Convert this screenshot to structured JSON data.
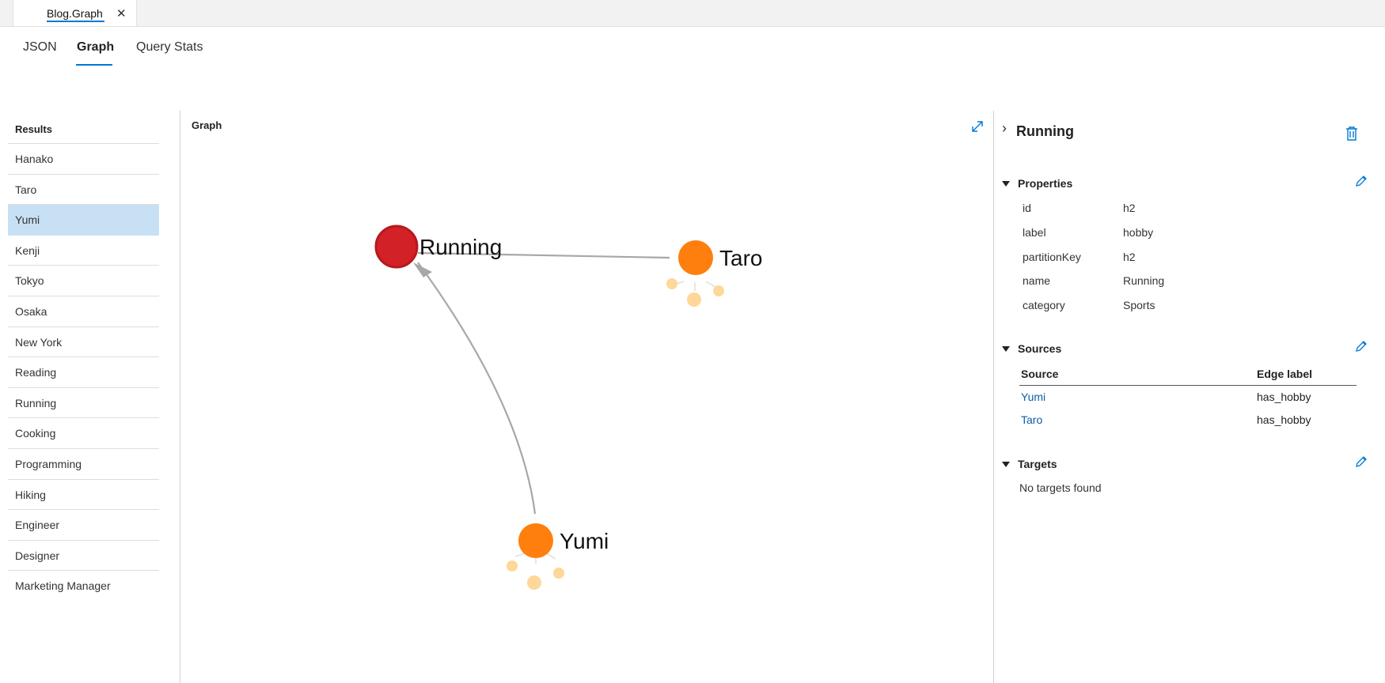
{
  "document_tab": {
    "title": "Blog.Graph",
    "close": "✕"
  },
  "subnav": {
    "tabs": [
      {
        "label": "JSON"
      },
      {
        "label": "Graph",
        "active": true
      },
      {
        "label": "Query Stats"
      }
    ]
  },
  "results": {
    "header": "Results",
    "items": [
      "Hanako",
      "Taro",
      "Yumi",
      "Kenji",
      "Tokyo",
      "Osaka",
      "New York",
      "Reading",
      "Running",
      "Cooking",
      "Programming",
      "Hiking",
      "Engineer",
      "Designer",
      "Marketing Manager"
    ],
    "selected": "Yumi"
  },
  "graph": {
    "title": "Graph",
    "nodes": [
      {
        "label": "Running",
        "color": "#d32128"
      },
      {
        "label": "Taro",
        "color": "#ff7f0e"
      },
      {
        "label": "Yumi",
        "color": "#ff7f0e"
      }
    ],
    "edges": [
      {
        "from": "Taro",
        "to": "Running"
      },
      {
        "from": "Yumi",
        "to": "Running"
      }
    ],
    "icons": {
      "expand": "expand-icon"
    }
  },
  "details": {
    "title": "Running",
    "properties": {
      "header": "Properties",
      "rows": [
        {
          "key": "id",
          "value": "h2"
        },
        {
          "key": "label",
          "value": "hobby"
        },
        {
          "key": "partitionKey",
          "value": "h2"
        },
        {
          "key": "name",
          "value": "Running"
        },
        {
          "key": "category",
          "value": "Sports"
        }
      ]
    },
    "sources": {
      "header": "Sources",
      "columns": [
        "Source",
        "Edge label"
      ],
      "rows": [
        {
          "source": "Yumi",
          "edge": "has_hobby"
        },
        {
          "source": "Taro",
          "edge": "has_hobby"
        }
      ]
    },
    "targets": {
      "header": "Targets",
      "empty": "No targets found"
    }
  },
  "colors": {
    "accent": "#0078d4",
    "selected": "#c7e0f4",
    "link": "#0b5ea8"
  }
}
